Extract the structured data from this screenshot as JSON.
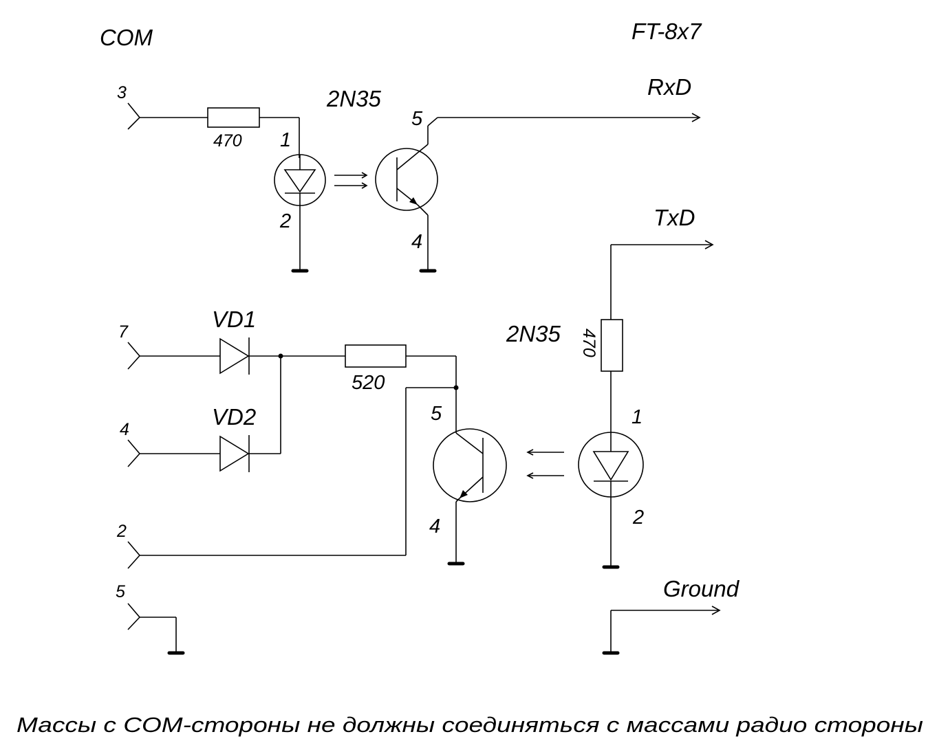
{
  "titles": {
    "com": "COM",
    "radio": "FT-8x7"
  },
  "signals": {
    "rxd": "RxD",
    "txd": "TxD",
    "ground": "Ground"
  },
  "com_pins": [
    "3",
    "7",
    "4",
    "2",
    "5"
  ],
  "optocoupler_top": {
    "part": "2N35",
    "resistor": "470",
    "pins": [
      "1",
      "2",
      "5",
      "4"
    ]
  },
  "optocoupler_bottom": {
    "part": "2N35",
    "resistor_input": "520",
    "resistor_output": "470",
    "pins": [
      "5",
      "4",
      "1",
      "2"
    ]
  },
  "diodes": [
    "VD1",
    "VD2"
  ],
  "note": "Массы с COM-стороны не должны соединяться с массами радио стороны"
}
